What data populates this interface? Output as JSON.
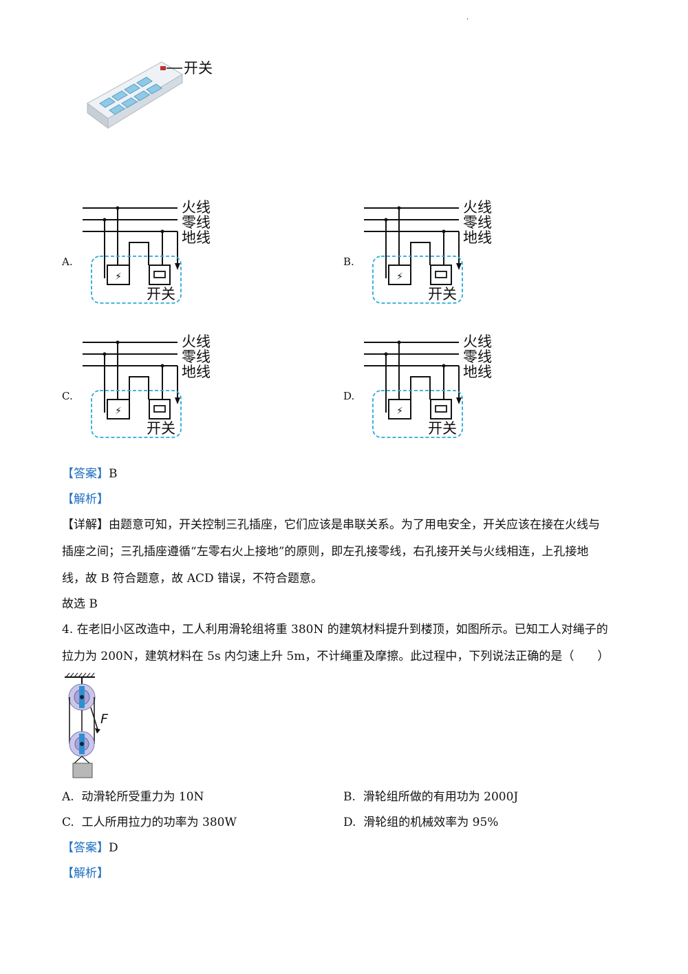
{
  "top_dot": ".",
  "power_strip": {
    "switch_label": "开关"
  },
  "circuit_labels": {
    "live": "火线",
    "neutral": "零线",
    "ground": "地线",
    "switch": "开关"
  },
  "q3_options": [
    "A.",
    "B.",
    "C.",
    "D."
  ],
  "q3": {
    "answer_tag": "【答案】",
    "answer_value": "B",
    "analysis_tag": "【解析】",
    "detail_tag": "【详解】",
    "detail_line1": "由题意可知，开关控制三孔插座，它们应该是串联关系。为了用电安全，开关应该在接在火线与",
    "detail_line2": "插座之间；三孔插座遵循“左零右火上接地”的原则，即左孔接零线，右孔接开关与火线相连，上孔接地",
    "detail_line3": "线，故 B 符合题意，故 ACD 错误，不符合题意。",
    "conclusion": "故选 B"
  },
  "q4": {
    "stem_line1": "4. 在老旧小区改造中，工人利用滑轮组将重 380N 的建筑材料提升到楼顶，如图所示。已知工人对绳子的",
    "stem_line2": "拉力为 200N，建筑材料在 5s 内匀速上升 5m，不计绳重及摩擦。此过程中，下列说法正确的是（　　）",
    "force_label": "F",
    "options": [
      {
        "letter": "A.",
        "text": "动滑轮所受重力为 10N"
      },
      {
        "letter": "B.",
        "text": "滑轮组所做的有用功为 2000J"
      },
      {
        "letter": "C.",
        "text": "工人所用拉力的功率为 380W"
      },
      {
        "letter": "D.",
        "text": "滑轮组的机械效率为 95%"
      }
    ],
    "answer_tag": "【答案】",
    "answer_value": "D",
    "analysis_tag": "【解析】"
  }
}
